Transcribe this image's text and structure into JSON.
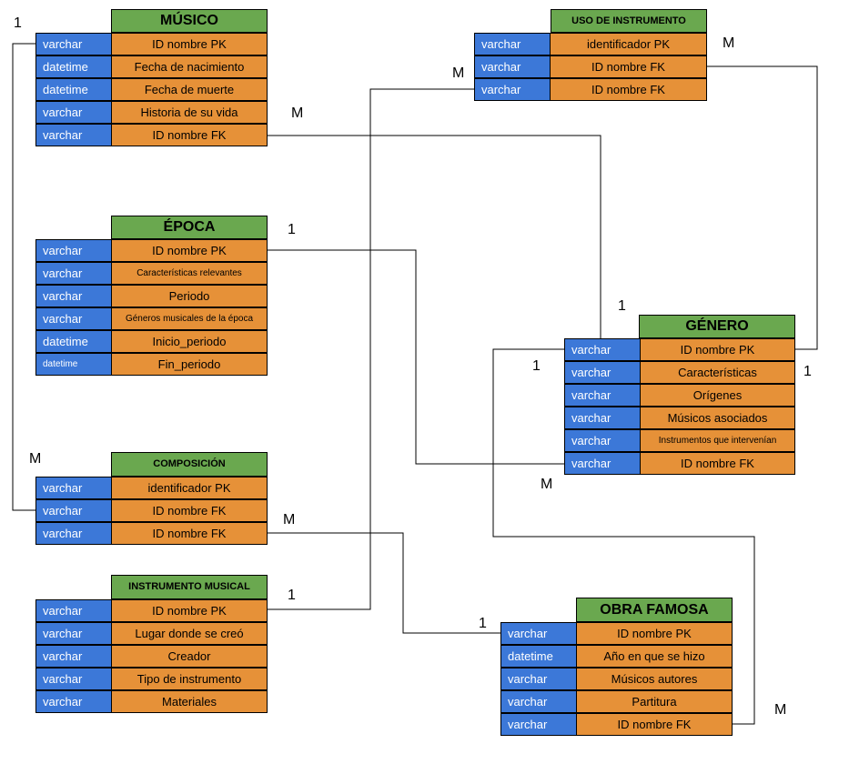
{
  "entities": {
    "musico": {
      "title": "MÚSICO",
      "rows": [
        {
          "type": "varchar",
          "attr": "ID nombre PK"
        },
        {
          "type": "datetime",
          "attr": "Fecha de nacimiento"
        },
        {
          "type": "datetime",
          "attr": "Fecha de muerte"
        },
        {
          "type": "varchar",
          "attr": "Historia de su vida"
        },
        {
          "type": "varchar",
          "attr": "ID nombre FK"
        }
      ]
    },
    "uso_instrumento": {
      "title": "USO DE INSTRUMENTO",
      "rows": [
        {
          "type": "varchar",
          "attr": "identificador PK"
        },
        {
          "type": "varchar",
          "attr": "ID nombre FK"
        },
        {
          "type": "varchar",
          "attr": "ID nombre FK"
        }
      ]
    },
    "epoca": {
      "title": "ÉPOCA",
      "rows": [
        {
          "type": "varchar",
          "attr": "ID nombre PK"
        },
        {
          "type": "varchar",
          "attr": "Características relevantes"
        },
        {
          "type": "varchar",
          "attr": "Periodo"
        },
        {
          "type": "varchar",
          "attr": "Géneros musicales de la época"
        },
        {
          "type": "datetime",
          "attr": "Inicio_periodo"
        },
        {
          "type": "datetime",
          "attr": "Fin_periodo"
        }
      ]
    },
    "genero": {
      "title": "GÉNERO",
      "rows": [
        {
          "type": "varchar",
          "attr": "ID nombre PK"
        },
        {
          "type": "varchar",
          "attr": "Características"
        },
        {
          "type": "varchar",
          "attr": "Orígenes"
        },
        {
          "type": "varchar",
          "attr": "Músicos asociados"
        },
        {
          "type": "varchar",
          "attr": "Instrumentos que intervenían"
        },
        {
          "type": "varchar",
          "attr": "ID nombre FK"
        }
      ]
    },
    "composicion": {
      "title": "COMPOSICIÓN",
      "rows": [
        {
          "type": "varchar",
          "attr": "identificador PK"
        },
        {
          "type": "varchar",
          "attr": "ID nombre FK"
        },
        {
          "type": "varchar",
          "attr": "ID nombre FK"
        }
      ]
    },
    "instrumento": {
      "title": "INSTRUMENTO MUSICAL",
      "rows": [
        {
          "type": "varchar",
          "attr": "ID nombre PK"
        },
        {
          "type": "varchar",
          "attr": "Lugar donde se creó"
        },
        {
          "type": "varchar",
          "attr": "Creador"
        },
        {
          "type": "varchar",
          "attr": "Tipo de instrumento"
        },
        {
          "type": "varchar",
          "attr": "Materiales"
        }
      ]
    },
    "obra": {
      "title": "OBRA FAMOSA",
      "rows": [
        {
          "type": "varchar",
          "attr": "ID nombre PK"
        },
        {
          "type": "datetime",
          "attr": "Año en que se hizo"
        },
        {
          "type": "varchar",
          "attr": "Músicos autores"
        },
        {
          "type": "varchar",
          "attr": "Partitura"
        },
        {
          "type": "varchar",
          "attr": "ID nombre FK"
        }
      ]
    }
  },
  "cardinalities": {
    "musico_comp_one": "1",
    "musico_comp_many": "M",
    "musico_genero_many": "M",
    "musico_genero_one": "1",
    "uso_instr_many": "M",
    "uso_genero_many": "M",
    "epoca_one": "1",
    "genero_one_left": "1",
    "genero_one_right": "1",
    "genero_many_bottom": "M",
    "comp_many": "M",
    "instr_one": "1",
    "obra_one": "1",
    "obra_many": "M"
  },
  "colors": {
    "title_bg": "#6aa84f",
    "type_bg": "#3c78d8",
    "attr_bg": "#e69138",
    "line": "#000000"
  }
}
